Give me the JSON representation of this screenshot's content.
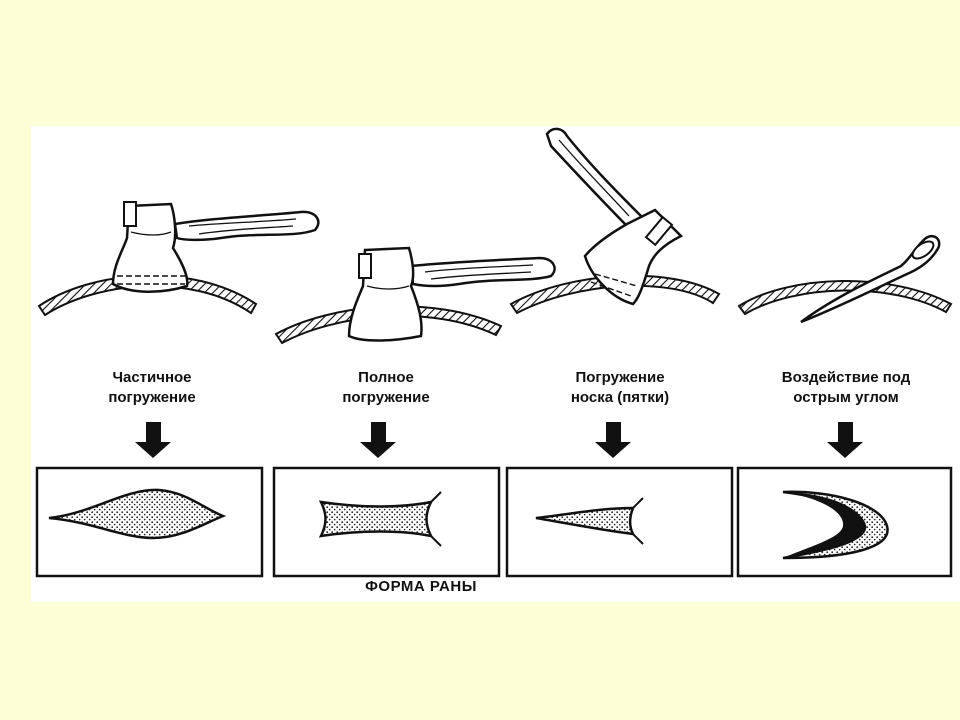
{
  "figure": {
    "title": "ФОРМА РАНЫ",
    "panels": [
      {
        "id": "partial",
        "line1": "Частичное",
        "line2": "погружение"
      },
      {
        "id": "full",
        "line1": "Полное",
        "line2": "погружение"
      },
      {
        "id": "toe",
        "line1": "Погружение",
        "line2": "носка (пятки)"
      },
      {
        "id": "angle",
        "line1": "Воздействие под",
        "line2": "острым углом"
      }
    ]
  },
  "colors": {
    "background": "#fefed6",
    "figure_background": "#ffffff",
    "ink": "#111111"
  }
}
